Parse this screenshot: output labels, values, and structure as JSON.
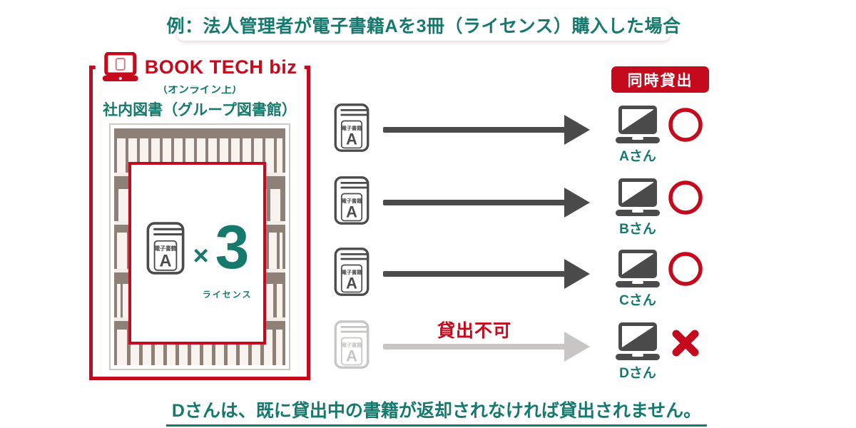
{
  "title": "例：法人管理者が電子書籍Aを3冊（ライセンス）購入した場合",
  "library": {
    "brand": "BOOK TECH biz",
    "location_note": "（オンライン上）",
    "name": "社内図書（グループ図書館）",
    "license_card": {
      "book_type": "電子書籍",
      "book_letter": "A",
      "times_sign": "×",
      "count": "3",
      "unit": "ライセンス"
    }
  },
  "badge_label": "同時貸出",
  "rows": [
    {
      "book_type": "電子書籍",
      "book_letter": "A",
      "user": "Aさん",
      "result": "circle"
    },
    {
      "book_type": "電子書籍",
      "book_letter": "A",
      "user": "Bさん",
      "result": "circle"
    },
    {
      "book_type": "電子書籍",
      "book_letter": "A",
      "user": "Cさん",
      "result": "circle"
    },
    {
      "book_type": "電子書籍",
      "book_letter": "A",
      "user": "Dさん",
      "result": "cross",
      "arrow_label": "貸出不可"
    }
  ],
  "footnote": "Dさんは、既に貸出中の書籍が返却されなければ貸出されません。",
  "colors": {
    "red": "#c40a1c",
    "teal": "#16796d",
    "dark_gray": "#4b4b4b",
    "faded_gray": "#c8c6c4",
    "shelf_brown": "#8d8077"
  }
}
